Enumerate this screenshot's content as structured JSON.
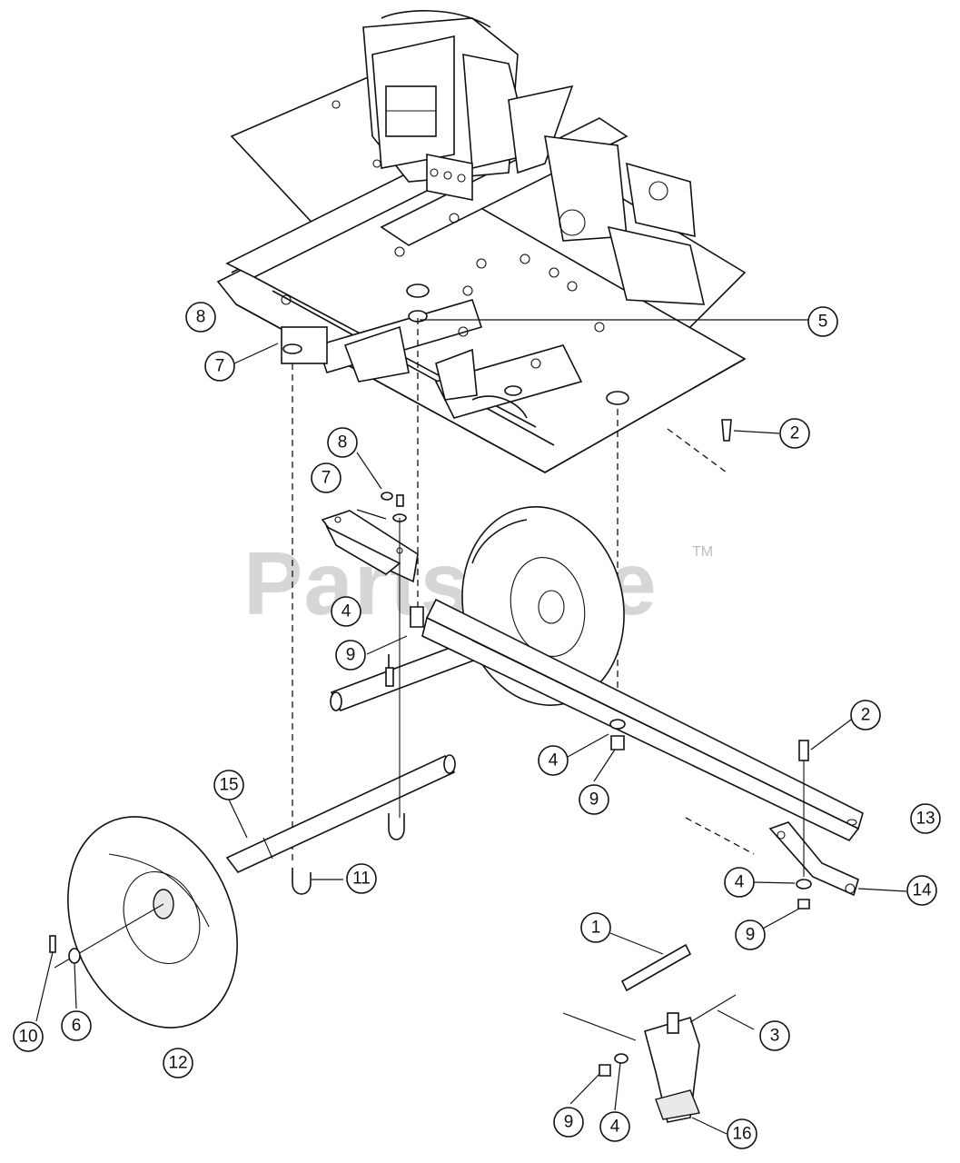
{
  "watermark": {
    "brand": "PartsTree",
    "trademark": "TM"
  },
  "callouts": [
    {
      "id": "c1",
      "label": "1"
    },
    {
      "id": "c2a",
      "label": "2"
    },
    {
      "id": "c2b",
      "label": "2"
    },
    {
      "id": "c3",
      "label": "3"
    },
    {
      "id": "c4a",
      "label": "4"
    },
    {
      "id": "c4b",
      "label": "4"
    },
    {
      "id": "c4c",
      "label": "4"
    },
    {
      "id": "c4d",
      "label": "4"
    },
    {
      "id": "c5",
      "label": "5"
    },
    {
      "id": "c6",
      "label": "6"
    },
    {
      "id": "c7a",
      "label": "7"
    },
    {
      "id": "c7b",
      "label": "7"
    },
    {
      "id": "c8a",
      "label": "8"
    },
    {
      "id": "c8b",
      "label": "8"
    },
    {
      "id": "c9a",
      "label": "9"
    },
    {
      "id": "c9b",
      "label": "9"
    },
    {
      "id": "c9c",
      "label": "9"
    },
    {
      "id": "c9d",
      "label": "9"
    },
    {
      "id": "c10",
      "label": "10"
    },
    {
      "id": "c11",
      "label": "11"
    },
    {
      "id": "c12",
      "label": "12"
    },
    {
      "id": "c13",
      "label": "13"
    },
    {
      "id": "c14",
      "label": "14"
    },
    {
      "id": "c15",
      "label": "15"
    },
    {
      "id": "c16",
      "label": "16"
    }
  ]
}
